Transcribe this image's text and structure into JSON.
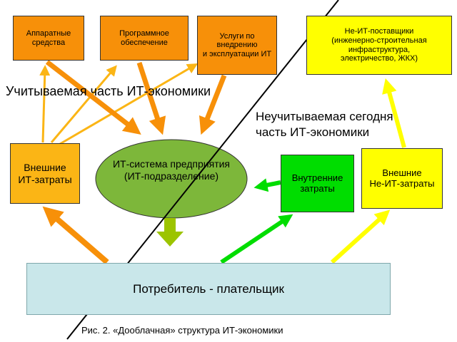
{
  "colors": {
    "orange": "#f79009",
    "orange_light": "#fbb515",
    "yellow": "#ffff00",
    "green": "#00dd00",
    "olive": "#9cc400",
    "ellipse": "#7db73a",
    "consumer": "#c9e7ea",
    "divider": "#000000"
  },
  "boxes": {
    "hardware": "Аппаратные\nсредства",
    "software": "Программное\nобеспечение",
    "services": "Услуги по\nвнедрению\nи эксплуатации ИТ",
    "non_it_suppliers": "Не-ИТ-поставщики\n(инженерно-строительная\nинфраструктура,\nэлектричество, ЖКХ)",
    "external_it_costs": "Внешние\nИТ-затраты",
    "enterprise_it_system": "ИТ-система предприятия\n(ИТ-подразделение)",
    "internal_costs": "Внутренние\nзатраты",
    "external_non_it_costs": "Внешние\nНе-ИТ-затраты",
    "consumer_payer": "Потребитель - плательщик"
  },
  "labels": {
    "accounted_part": "Учитываемая часть ИТ-экономики",
    "unaccounted_part": "Неучитываемая сегодня\nчасть ИТ-экономики"
  },
  "caption": "Рис. 2. «Дооблачная» структура ИТ-экономики"
}
